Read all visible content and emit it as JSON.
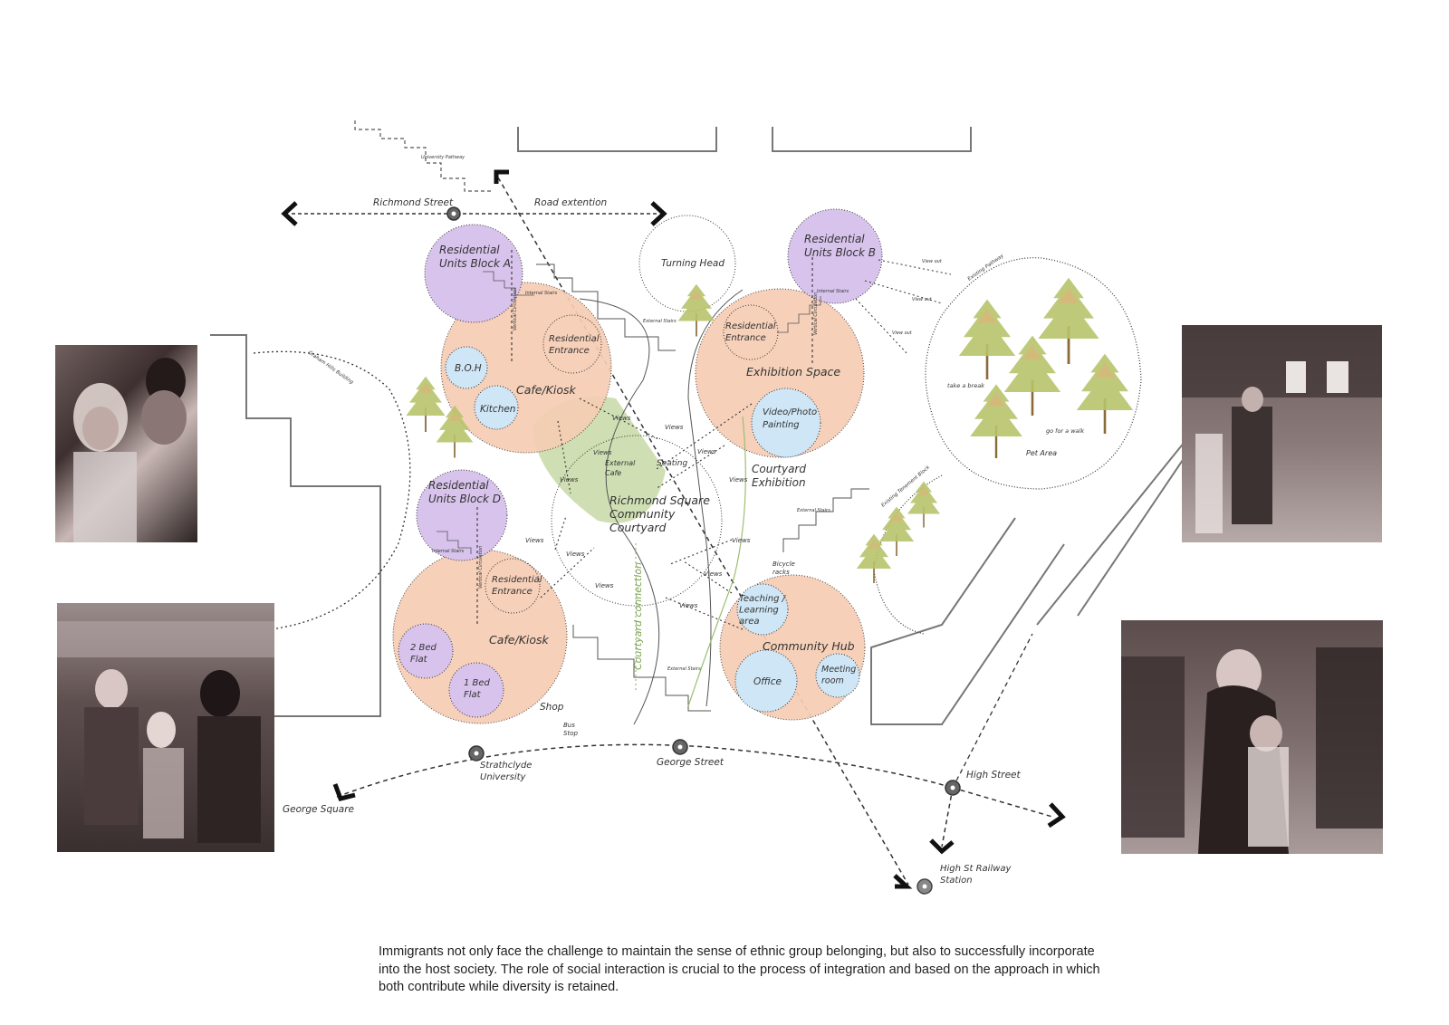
{
  "colors": {
    "residential": "#d8c3ec",
    "communal": "#f6cdb4",
    "sub": "#cfe6f6",
    "courtyard": "#c7d9a6",
    "tree": "#b7c36a"
  },
  "streets": {
    "richmond": "Richmond Street",
    "road_ext": "Road extention",
    "university": "University Pathway",
    "george_square": "George Square",
    "strathclyde": "Strathclyde\nUniversity",
    "george_street": "George Street",
    "high_street": "High Street",
    "railway": "High St Railway\nStation",
    "bus_stop": "Bus\nStop",
    "graham_hills": "Graham Hills Building",
    "existing_pathway": "Existing Pathway",
    "tenement": "Existing Tenement Block",
    "courtyard_connection": "Courtyard connection"
  },
  "zones": {
    "res_a": "Residential\nUnits Block A",
    "res_b": "Residential\nUnits Block B",
    "res_d": "Residential\nUnits Block D",
    "turning_head": "Turning Head",
    "cafe_top": "Cafe/Kiosk",
    "cafe_bottom": "Cafe/Kiosk",
    "boh": "B.O.H",
    "kitchen": "Kitchen",
    "res_entrance_1": "Residential\nEntrance",
    "res_entrance_2": "Residential\nEntrance",
    "res_entrance_3": "Residential\nEntrance",
    "exhibition": "Exhibition Space",
    "video": "Video/Photo\nPainting",
    "courtyard_exhibition": "Courtyard\nExhibition",
    "square": "Richmond Square\nCommunity\nCourtyard",
    "external_cafe": "External\nCafe",
    "seating": "Seating",
    "community_hub": "Community Hub",
    "teaching": "Teaching /\nLearning\narea",
    "office": "Office",
    "meeting": "Meeting\nroom",
    "two_bed": "2 Bed\nFlat",
    "one_bed": "1 Bed\nFlat",
    "shop": "Shop",
    "pet_area": "Pet Area",
    "take_break": "take a break",
    "go_walk": "go for a walk",
    "bicycle": "Bicycle\nracks"
  },
  "small_labels": {
    "views": "Views",
    "view_out": "View out",
    "internal_stairs": "Internal Stairs",
    "external_stairs": "External Stairs",
    "vertical": "Vertical Circulation"
  },
  "photos": [
    {
      "name": "crowd-photo-left-top",
      "icon": "refugee-children-photo"
    },
    {
      "name": "crowd-photo-left-bottom",
      "icon": "refugee-market-photo"
    },
    {
      "name": "crowd-photo-right-top",
      "icon": "station-crowd-photo"
    },
    {
      "name": "crowd-photo-right-bottom",
      "icon": "mother-child-photo"
    }
  ],
  "caption": "Immigrants not only face the challenge to maintain the sense of ethnic group belonging, but also to successfully incorporate into the host society. The role of social interaction is crucial to the process of integration and based on the approach in which both contribute while diversity is retained."
}
